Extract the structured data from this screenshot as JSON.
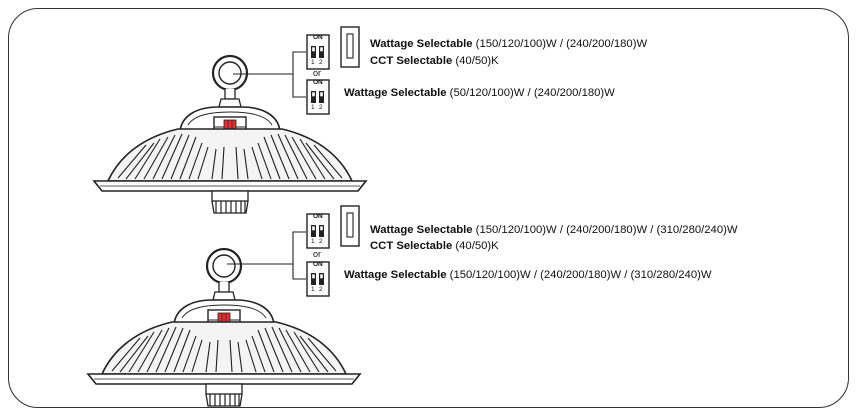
{
  "switch": {
    "on": "ON",
    "num1": "1",
    "num2": "2",
    "or": "or"
  },
  "panels": [
    {
      "line1": {
        "key": "Wattage Selectable",
        "value": " (150/120/100)W / (240/200/180)W"
      },
      "line2": {
        "key": "CCT Selectable",
        "value": " (40/50)K"
      },
      "line3": {
        "key": "Wattage Selectable",
        "value": " (50/120/100)W / (240/200/180)W"
      }
    },
    {
      "line1": {
        "key": "Wattage Selectable",
        "value": " (150/120/100)W / (240/200/180)W / (310/280/240)W"
      },
      "line2": {
        "key": "CCT Selectable",
        "value": " (40/50)K"
      },
      "line3": {
        "key": "Wattage Selectable",
        "value": " (150/120/100)W / (240/200/180)W / (310/280/240)W"
      }
    }
  ],
  "colors": {
    "line": "#222222",
    "accent": "#e03030",
    "fin": "#f4f4f4"
  }
}
